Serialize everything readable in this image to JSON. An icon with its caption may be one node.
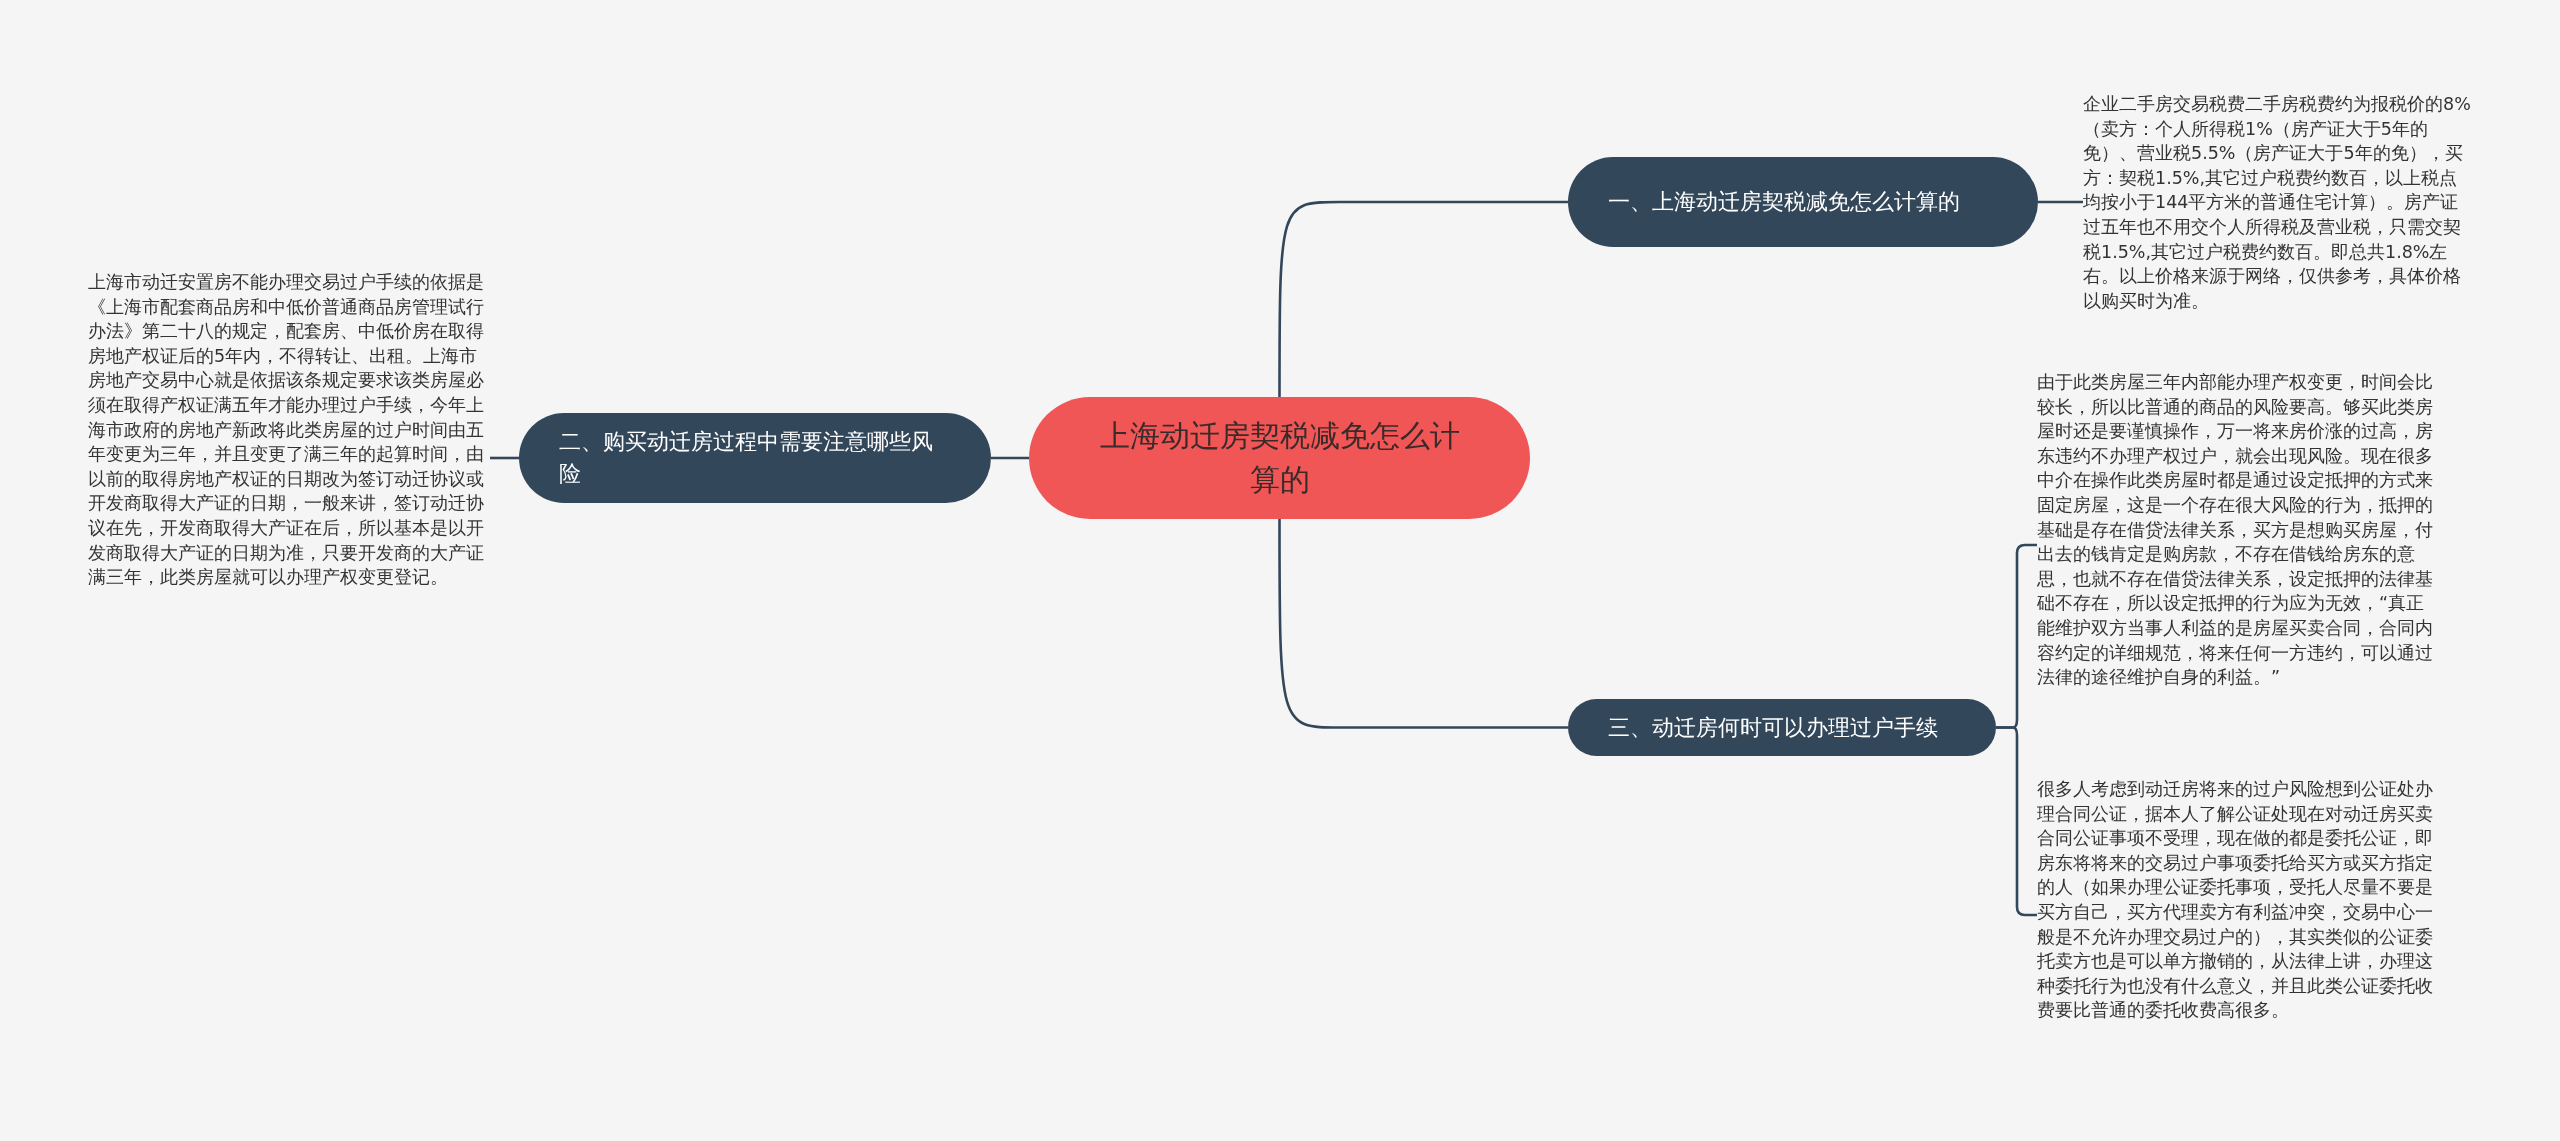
{
  "diagram": {
    "nodes": [
      {
        "text": [
          "上海动迁房契税减免怎么计算的"
        ]
      },
      {
        "text": [
          "一、上海动迁房契税减免怎么计算的"
        ]
      },
      {
        "text": [
          "企业二手房交易税费二手房税费约为报税价的8%（卖方：个人所得税1%（房产证大于5年的免）、营业税5.5%（房产证大于5年的免），买方：契税1.5%,其它过户税费约数百，以上税点均按小于144平方米的普通住宅计算）。房产证过五年也不用交个人所得税及营业税，只需交契税1.5%,其它过户税费约数百。即总共1.8%左右。以上价格来源于网络，仅供参考，具体价格以购买时为准。"
        ]
      },
      {
        "text": [
          "二、购买动迁房过程中需要注意哪些风险"
        ]
      },
      {
        "text": [
          "上海市动迁安置房不能办理交易过户手续的依据是《上海市配套商品房和中低价普通商品房管理试行办法》第二十八的规定，配套房、中低价房在取得房地产权证后的5年内，不得转让、出租。上海市房地产交易中心就是依据该条规定要求该类房屋必须在取得产权证满五年才能办理过户手续，今年上海市政府的房地产新政将此类房屋的过户时间由五年变更为三年，并且变更了满三年的起算时间，由以前的取得房地产权证的日期改为签订动迁协议或开发商取得大产证的日期，一般来讲，签订动迁协议在先，开发商取得大产证在后，所以基本是以开发商取得大产证的日期为准，只要开发商的大产证满三年，此类房屋就可以办理产权变更登记。"
        ]
      },
      {
        "text": [
          "三、动迁房何时可以办理过户手续"
        ]
      },
      {
        "text": [
          "由于此类房屋三年内部能办理产权变更，时间会比较长，所以比普通的商品的风险要高。够买此类房屋时还是要谨慎操作，万一将来房价涨的过高，房东违约不办理产权过户，就会出现风险。现在很多中介在操作此类房屋时都是通过设定抵押的方式来固定房屋，这是一个存在很大风险的行为，抵押的基础是存在借贷法律关系，买方是想购买房屋，付出去的钱肯定是购房款，不存在借钱给房东的意思，也就不存在借贷法律关系，设定抵押的法律基础不存在，所以设定抵押的行为应为无效，“真正能维护双方当事人利益的是房屋买卖合同，合同内容约定的详细规范，将来任何一方违约，可以通过法律的途径维护自身的利益。”"
        ]
      },
      {
        "text": [
          "很多人考虑到动迁房将来的过户风险想到公证处办理合同公证，据本人了解公证处现在对动迁房买卖合同公证事项不受理，现在做的都是委托公证，即房东将将来的交易过户事项委托给买方或买方指定的人（如果办理公证委托事项，受托人尽量不要是买方自己，买方代理卖方有利益冲突，交易中心一般是不允许办理交易过户的），其实类似的公证委托卖方也是可以单方撤销的，从法律上讲，办理这种委托行为也没有什么意义，并且此类公证委托收费要比普通的委托收费高很多。"
        ]
      }
    ],
    "edges": [
      {
        "from": 0,
        "to": 1,
        "arrow": "none"
      },
      {
        "from": 1,
        "to": 2,
        "arrow": "none"
      },
      {
        "from": 0,
        "to": 3,
        "arrow": "none"
      },
      {
        "from": 3,
        "to": 4,
        "arrow": "none"
      },
      {
        "from": 0,
        "to": 5,
        "arrow": "none"
      },
      {
        "from": 5,
        "to": 6,
        "arrow": "none"
      },
      {
        "from": 5,
        "to": 7,
        "arrow": "none"
      }
    ]
  }
}
